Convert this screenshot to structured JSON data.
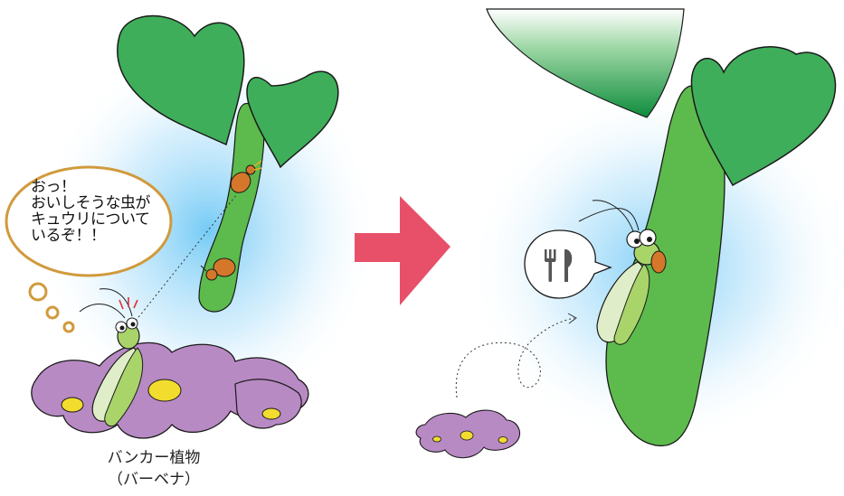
{
  "speech_bubble": {
    "text": "おっ！\nおいしそうな虫が\nキュウリについて\nいるぞ！！"
  },
  "caption": {
    "line1": "バンカー植物",
    "line2": "（バーベナ）"
  },
  "icons": {
    "left_glow": "blue-glow",
    "right_glow": "blue-glow",
    "arrow": "pink-right-arrow",
    "fork_knife": "fork-knife-icon"
  },
  "colors": {
    "leaf": "#3fae5a",
    "leaf_outline": "#1a1a1a",
    "cucumber": "#5cbb4c",
    "flower": "#b88ac4",
    "flower_center": "#f2dc2e",
    "aphid": "#d5772a",
    "arrow": "#e8506a",
    "bubble_border": "#d19a3c",
    "glow": "#8fd3f7",
    "insect_body": "#a9d46a"
  }
}
